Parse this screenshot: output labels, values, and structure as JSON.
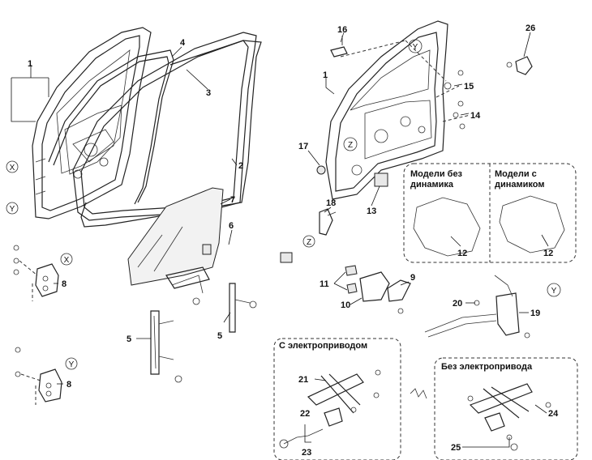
{
  "labels": {
    "p1": "1",
    "p2": "2",
    "p3": "3",
    "p4": "4",
    "p5": "5",
    "p6": "6",
    "p7": "7",
    "p8": "8",
    "p9": "9",
    "p10": "10",
    "p11": "11",
    "p12": "12",
    "p13": "13",
    "p14": "14",
    "p15": "15",
    "p16": "16",
    "p17": "17",
    "p18": "18",
    "p19": "19",
    "p20": "20",
    "p21": "21",
    "p22": "22",
    "p23": "23",
    "p24": "24",
    "p25": "25",
    "p26": "26"
  },
  "refs": {
    "x": "X",
    "y": "Y",
    "z": "Z"
  },
  "captions": {
    "no_speaker_1": "Модели без",
    "no_speaker_2": "динамика",
    "with_speaker_1": "Модели с",
    "with_speaker_2": "динамиком",
    "power": "С электроприводом",
    "manual": "Без электропривода"
  }
}
